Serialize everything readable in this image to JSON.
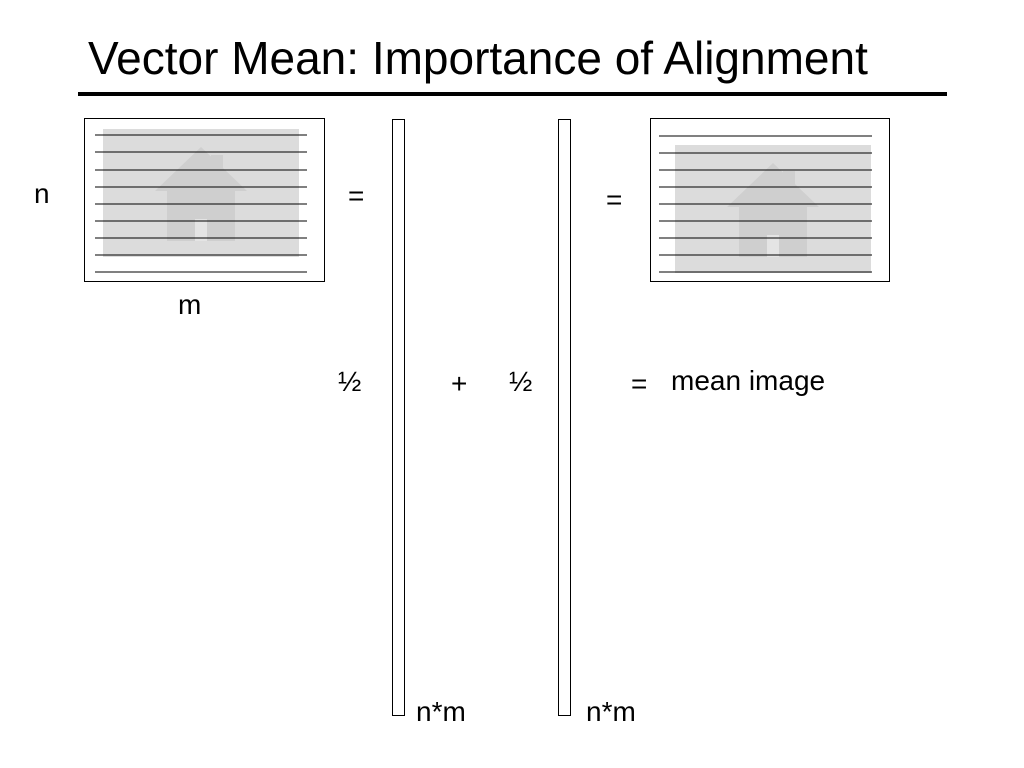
{
  "title": "Vector Mean: Importance of Alignment",
  "labels": {
    "n": "n",
    "m": "m",
    "equals_1": "=",
    "equals_2": "=",
    "equals_3": "=",
    "half_1": "½",
    "half_2": "½",
    "plus": "+",
    "mean_image": "mean image",
    "nm_1": "n*m",
    "nm_2": "n*m"
  }
}
